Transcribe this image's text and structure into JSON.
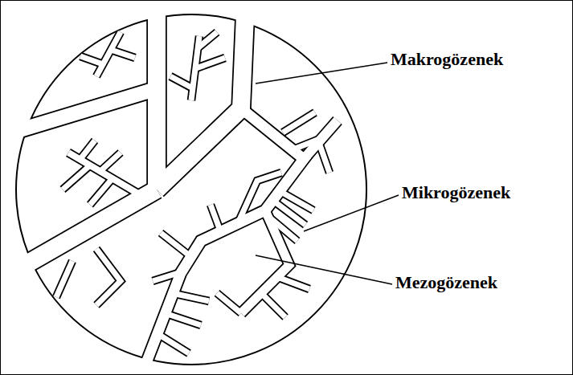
{
  "diagram": {
    "labels": [
      "Makrogözenek",
      "Mikrogözenek",
      "Mezogözenek"
    ]
  }
}
